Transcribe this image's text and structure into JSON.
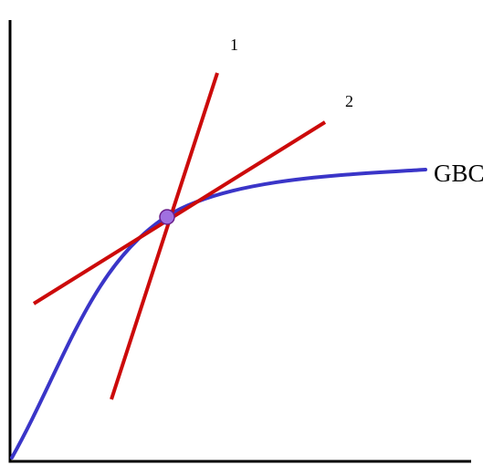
{
  "labels": {
    "line_1": "1",
    "line_2": "2",
    "curve": "GBC"
  },
  "colors": {
    "curve": "#3a35c8",
    "tangent_lines": "#cc0a0a",
    "point_fill": "#a070e0",
    "point_stroke": "#6a1e8a",
    "axes": "#000000"
  }
}
